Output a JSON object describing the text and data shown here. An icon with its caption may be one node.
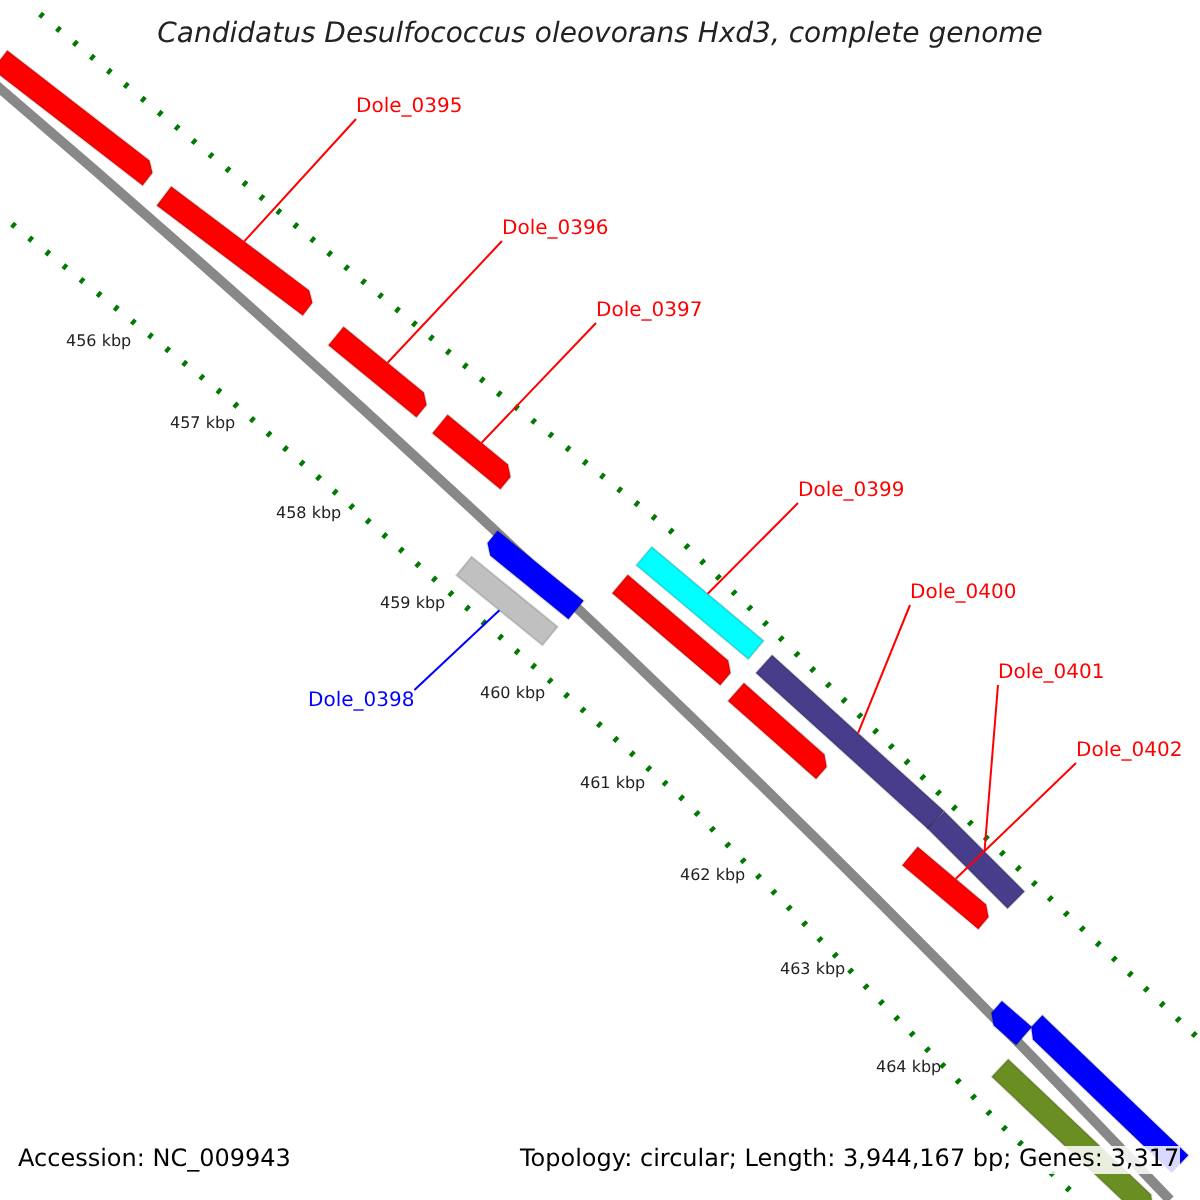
{
  "diagram": {
    "title": "Candidatus Desulfococcus oleovorans Hxd3, complete genome",
    "nodes": [
      {
        "text": [
          "Dole_0395"
        ]
      },
      {
        "text": [],
        "shape": "arrow"
      },
      {
        "text": [
          "Dole_0396"
        ]
      },
      {
        "text": [],
        "shape": "arrow"
      },
      {
        "text": [
          "Dole_0397"
        ]
      },
      {
        "text": [],
        "shape": "arrow"
      },
      {
        "text": [
          "Dole_0398"
        ]
      },
      {
        "text": [],
        "shape": "box"
      },
      {
        "text": [
          "Dole_0399"
        ]
      },
      {
        "text": [],
        "shape": "box"
      },
      {
        "text": [
          "Dole_0400"
        ]
      },
      {
        "text": [],
        "shape": "box"
      },
      {
        "text": [
          "Dole_0401"
        ]
      },
      {
        "text": [],
        "shape": "box"
      },
      {
        "text": [
          "Dole_0402"
        ]
      },
      {
        "text": [],
        "shape": "arrow"
      },
      {
        "text": [],
        "shape": "arrow"
      },
      {
        "text": [],
        "shape": "arrow"
      },
      {
        "text": [],
        "shape": "arrow"
      },
      {
        "text": [],
        "shape": "arrow"
      },
      {
        "text": [],
        "shape": "arrow"
      },
      {
        "text": [],
        "shape": "arrow"
      },
      {
        "text": [],
        "shape": "arrow"
      }
    ],
    "edges": [
      {
        "from": 0,
        "to": 1,
        "arrow": "none"
      },
      {
        "from": 2,
        "to": 3,
        "arrow": "none"
      },
      {
        "from": 4,
        "to": 5,
        "arrow": "none"
      },
      {
        "from": 6,
        "to": 7,
        "arrow": "none",
        "color": "#0000ff"
      },
      {
        "from": 8,
        "to": 9,
        "arrow": "none"
      },
      {
        "from": 10,
        "to": 11,
        "arrow": "none"
      },
      {
        "from": 12,
        "to": 13,
        "arrow": "none"
      },
      {
        "from": 14,
        "to": 15,
        "arrow": "none"
      }
    ],
    "labels": [
      "456 kbp",
      "457 kbp",
      "458 kbp",
      "459 kbp",
      "460 kbp",
      "461 kbp",
      "462 kbp",
      "463 kbp",
      "464 kbp",
      "Accession: NC_009943",
      "Topology: circular; Length: 3,944,167 bp; Genes: 3,317"
    ]
  }
}
